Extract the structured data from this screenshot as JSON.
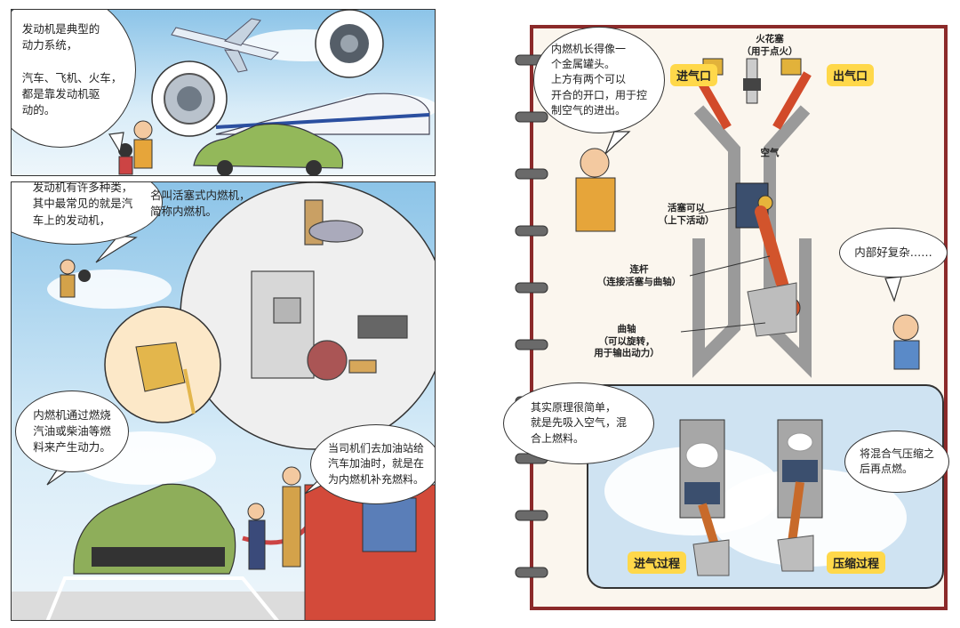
{
  "left_page": {
    "panel1": {
      "bubble": "发动机是典型的\n动力系统，\n\n汽车、飞机、火车，\n都是靠发动机驱\n动的。"
    },
    "panel2": {
      "bubble_top_left": "发动机有许多种类，\n其中最常见的就是汽\n车上的发动机，",
      "bubble_top_right": "名叫活塞式内燃机，\n简称内燃机。",
      "bubble_left": "内燃机通过燃烧\n汽油或柴油等燃\n料来产生动力。",
      "bubble_right": "当司机们去加油站给\n汽车加油时，就是在\n为内燃机补充燃料。"
    }
  },
  "right_page": {
    "bubble_top": "内燃机长得像一\n个金属罐头。\n上方有两个可以\n开合的开口，用于控\n制空气的进出。",
    "spark_plug": "火花塞\n（用于点火）",
    "intake": "进气口",
    "exhaust": "出气口",
    "air": "空气",
    "piston": "活塞可以\n（上下活动）",
    "rod": "连杆\n（连接活塞与曲轴）",
    "crank": "曲轴\n（可以旋转，\n用于输出动力）",
    "bubble_complex": "内部好复杂……",
    "bubble_principle": "其实原理很简单，\n就是先吸入空气，混\n合上燃料。",
    "bubble_compress": "将混合气压缩之\n后再点燃。",
    "tag_intake_process": "进气过程",
    "tag_compress_process": "压缩过程"
  }
}
